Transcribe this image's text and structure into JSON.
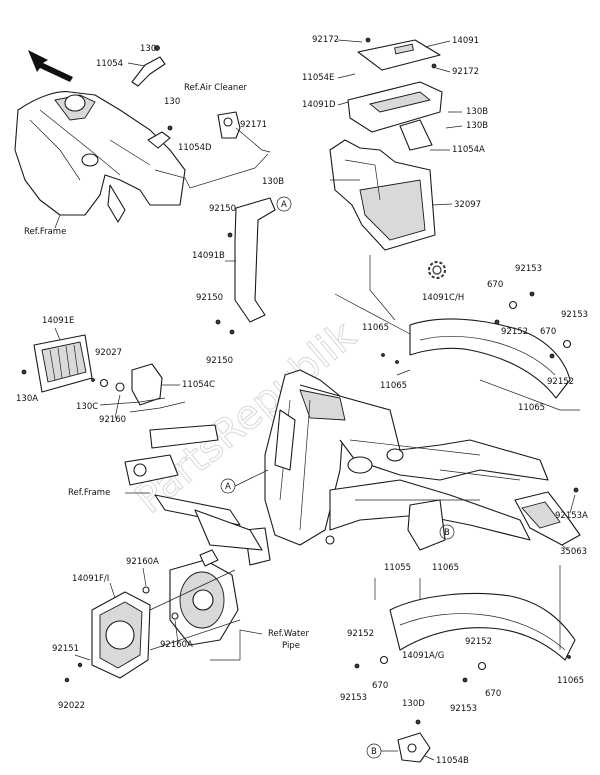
{
  "labels": {
    "l130_top": "130",
    "l11054_top": "11054",
    "l130_mid": "130",
    "l11054D": "11054D",
    "refAirCleaner": "Ref.Air Cleaner",
    "l92171": "92171",
    "l130B_a": "130B",
    "refFrame1": "Ref.Frame",
    "l92172_a": "92172",
    "l14091": "14091",
    "l11054E": "11054E",
    "l92172_b": "92172",
    "l14091D": "14091D",
    "l130B_b": "130B",
    "l130B_c": "130B",
    "l11054A": "11054A",
    "l32097": "32097",
    "l92150_a": "92150",
    "l14091B": "14091B",
    "l92150_b": "92150",
    "l92150_c": "92150",
    "l14091CH": "14091C/H",
    "l670_a": "670",
    "l92153_a": "92153",
    "l92153_b": "92153",
    "l92152_a": "92152",
    "l670_b": "670",
    "l11065_a": "11065",
    "l11065_b": "11065",
    "l92152_b": "92152",
    "l11065_c": "11065",
    "l14091E": "14091E",
    "l92027": "92027",
    "l130A": "130A",
    "l130C": "130C",
    "l11054C": "11054C",
    "l92160": "92160",
    "refFrame2": "Ref.Frame",
    "l92153A": "92153A",
    "l35063": "35063",
    "l92160A_a": "92160A",
    "l14091FI": "14091F/I",
    "l11055": "11055",
    "l11065_d": "11065",
    "l92160A_b": "92160A",
    "refWater1": "Ref.Water",
    "refWater2": "Pipe",
    "l92152_c": "92152",
    "l92152_d": "92152",
    "l92151": "92151",
    "l14091AG": "14091A/G",
    "l670_c": "670",
    "l670_d": "670",
    "l11065_e": "11065",
    "l92022": "92022",
    "l92153_c": "92153",
    "l92153_d": "92153",
    "l130D": "130D",
    "l11054B": "11054B",
    "circleA1": "A",
    "circleA2": "A",
    "circleB1": "B",
    "circleB2": "B"
  },
  "watermark": "PartsRepublik"
}
